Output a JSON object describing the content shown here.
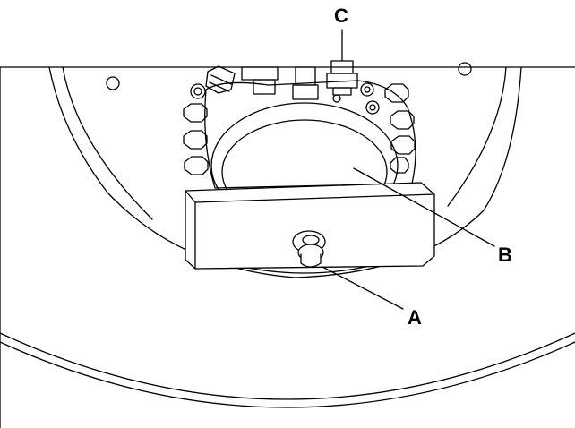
{
  "labels": {
    "a": "A",
    "b": "B",
    "c": "C"
  },
  "colors": {
    "ink": "#000000",
    "paper": "#ffffff",
    "shade": "#e6e6e6"
  }
}
